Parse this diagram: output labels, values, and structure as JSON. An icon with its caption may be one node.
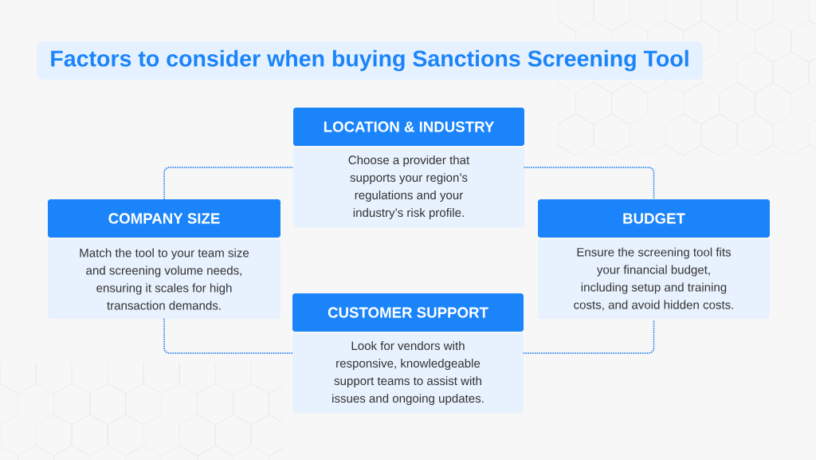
{
  "diagram": {
    "title": "Factors to consider when buying Sanctions Screening Tool",
    "nodes": [
      {
        "text": [
          "LOCATION & INDUSTRY",
          "Choose a provider that supports your region’s regulations and your industry’s risk profile."
        ]
      },
      {
        "text": [
          "COMPANY SIZE",
          "Match the tool to your team size and screening volume needs, ensuring it scales for high transaction demands."
        ]
      },
      {
        "text": [
          "BUDGET",
          "Ensure the screening tool fits your financial budget, including setup and training costs, and avoid hidden costs."
        ]
      },
      {
        "text": [
          "CUSTOMER SUPPORT",
          "Look for vendors with responsive, knowledgeable support teams to assist with issues and ongoing updates."
        ]
      }
    ],
    "edges": [
      {
        "from": 1,
        "to": 0,
        "arrow": "none",
        "style": "dashed"
      },
      {
        "from": 0,
        "to": 2,
        "arrow": "none",
        "style": "dashed"
      },
      {
        "from": 1,
        "to": 3,
        "arrow": "none",
        "style": "dashed"
      },
      {
        "from": 3,
        "to": 2,
        "arrow": "none",
        "style": "dashed"
      }
    ]
  }
}
